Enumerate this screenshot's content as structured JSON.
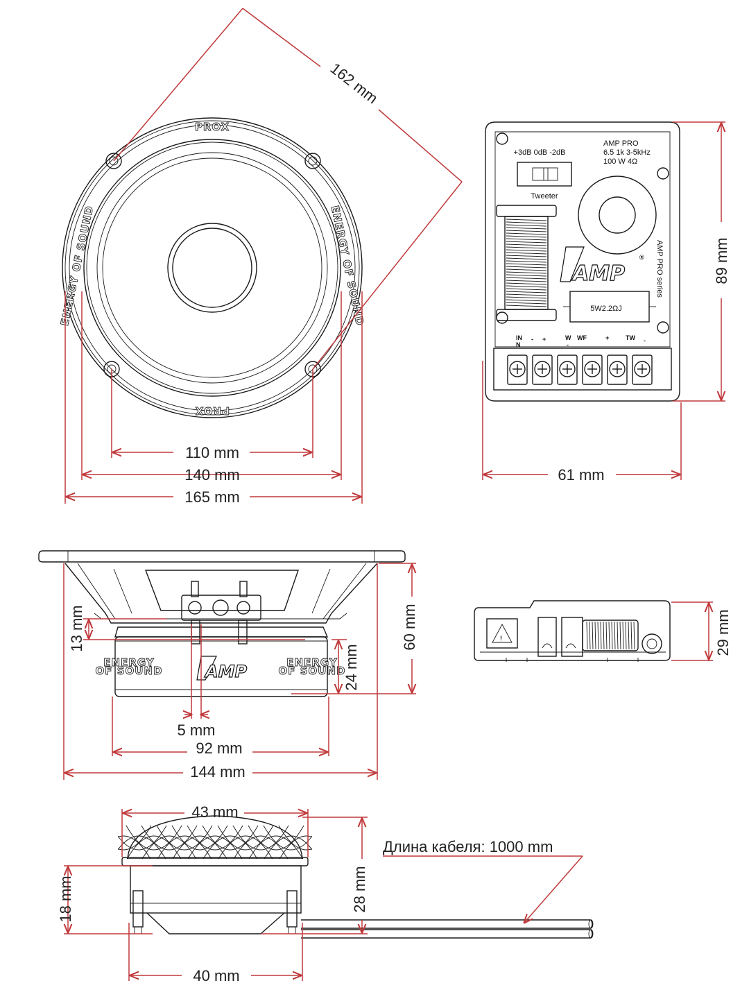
{
  "colors": {
    "dimension_line": "#c0393b",
    "drawing_line": "#1a1a1a",
    "background": "#ffffff"
  },
  "woofer_front": {
    "brand_top": "PROX",
    "brand_bottom": "PROX",
    "rim_text_left": "ENERGY OF SOUND",
    "rim_text_right": "ENERGY OF SOUND",
    "dims": {
      "diagonal": "162 mm",
      "mount": "110 mm",
      "cone": "140 mm",
      "outer": "165 mm"
    }
  },
  "crossover_top": {
    "switch_label": "+3dB  0dB  -2dB",
    "switch_caption": "Tweeter",
    "spec_1": "AMP PRO",
    "spec_2": "6.5  1k   3-5kHz",
    "spec_3": "100 W   4Ω",
    "resistor": "5W2.2ΩJ",
    "logo": "AMP",
    "series": "AMP PRO series",
    "terminals": [
      "IN",
      "N",
      "-",
      "+",
      "W",
      "-",
      "WF",
      "+",
      "TW",
      "-"
    ],
    "dims": {
      "height": "89 mm",
      "width": "61 mm"
    }
  },
  "woofer_side": {
    "magnet_text_left_1": "ENERGY",
    "magnet_text_left_2": "OF SOUND",
    "magnet_text_right_1": "ENERGY",
    "magnet_text_right_2": "OF SOUND",
    "logo": "AMP",
    "dims": {
      "d13": "13 mm",
      "d60": "60 mm",
      "d24": "24 mm",
      "d5": "5 mm",
      "d92": "92 mm",
      "d144": "144 mm"
    }
  },
  "crossover_side": {
    "dims": {
      "height": "29 mm"
    }
  },
  "tweeter": {
    "cable_label": "Длина кабеля: 1000 mm",
    "dims": {
      "top": "43 mm",
      "d18": "18 mm",
      "d28": "28 mm",
      "bottom": "40 mm"
    }
  }
}
